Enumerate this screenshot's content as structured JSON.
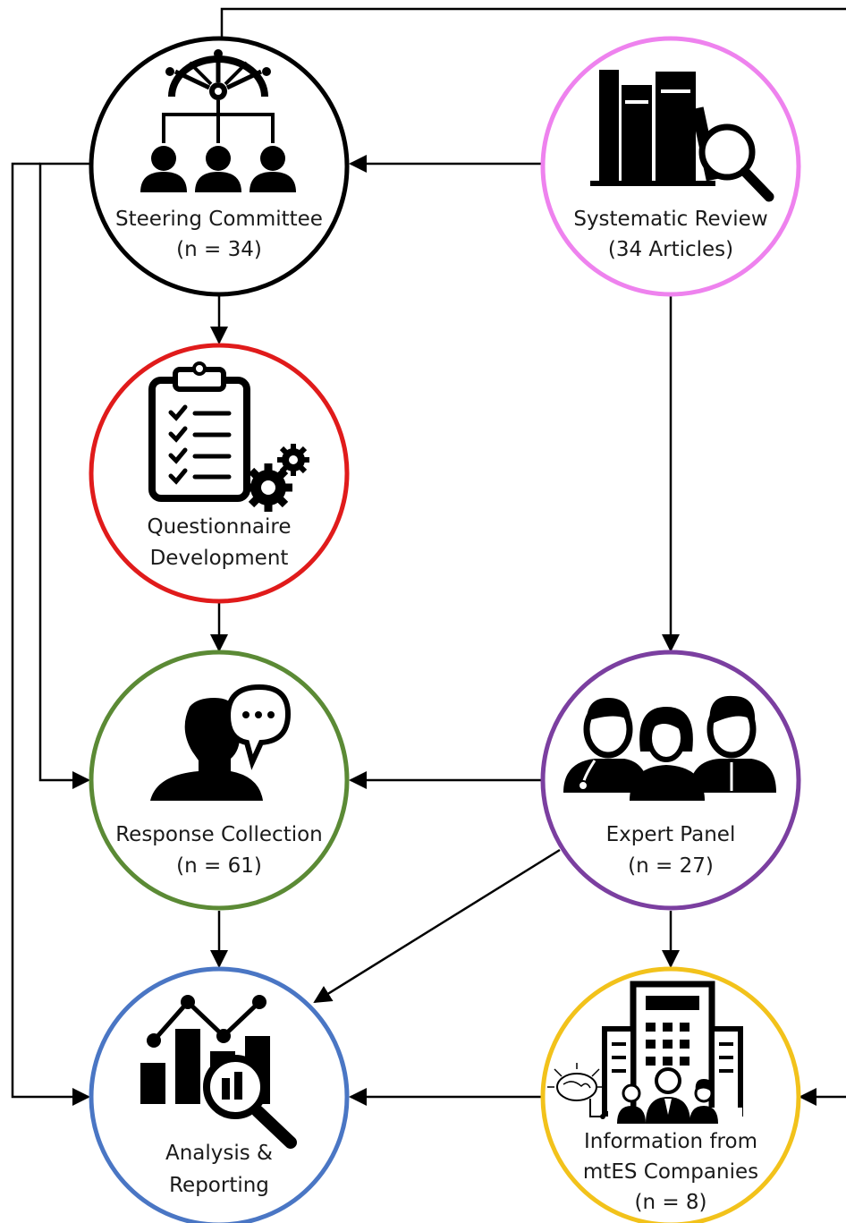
{
  "nodes": {
    "steering_committee": {
      "title": "Steering Committee",
      "count": "(n = 34)",
      "color": "#000000",
      "icon": "ship-wheel-team-icon"
    },
    "systematic_review": {
      "title": "Systematic Review",
      "count": "(34 Articles)",
      "color": "#ee82ee",
      "icon": "books-magnifier-icon"
    },
    "questionnaire_development": {
      "title_line1": "Questionnaire",
      "title_line2": "Development",
      "color": "#e01b1b",
      "icon": "clipboard-gears-icon"
    },
    "response_collection": {
      "title": "Response Collection",
      "count": "(n = 61)",
      "color": "#5b8a35",
      "icon": "person-speech-icon"
    },
    "expert_panel": {
      "title": "Expert Panel",
      "count": "(n = 27)",
      "color": "#7b3fa0",
      "icon": "medical-team-icon"
    },
    "analysis_reporting": {
      "title_line1": "Analysis &",
      "title_line2": "Reporting",
      "color": "#4a76c4",
      "icon": "chart-magnifier-icon"
    },
    "mtes_companies": {
      "title_line1": "Information from",
      "title_line2": "mtES Companies",
      "count": "(n = 8)",
      "color": "#f2c21b",
      "icon": "building-people-icon"
    }
  }
}
